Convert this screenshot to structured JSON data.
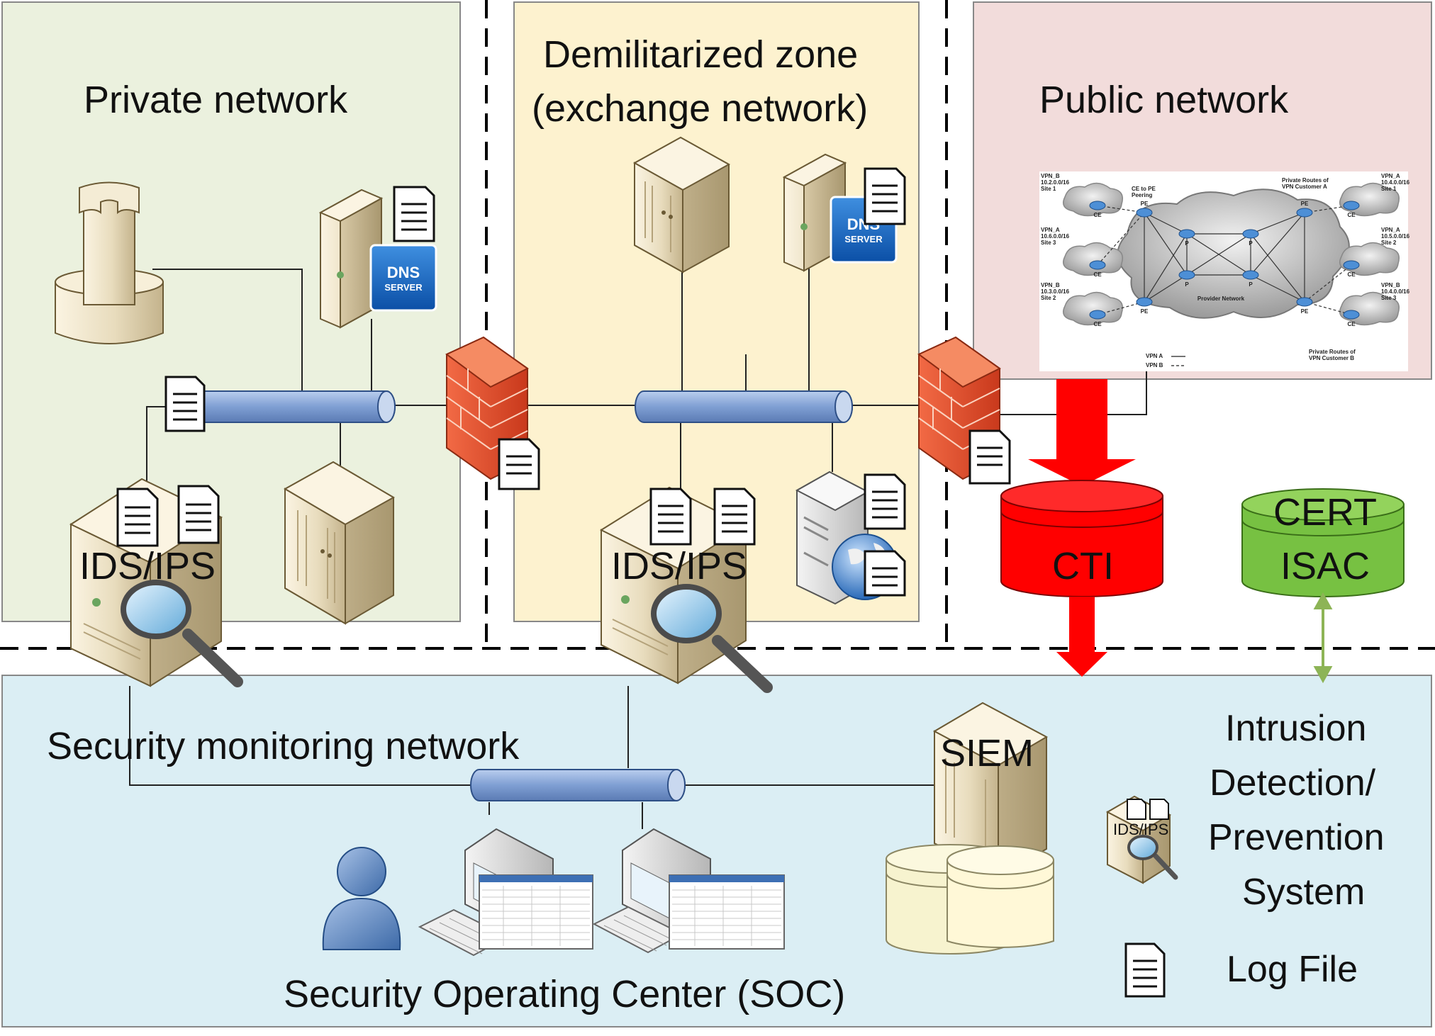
{
  "zones": {
    "private": "Private network",
    "dmz_line1": "Demilitarized zone",
    "dmz_line2": "(exchange network)",
    "public": "Public network",
    "monitoring": "Security monitoring network",
    "soc": "Security Operating Center (SOC)"
  },
  "devices": {
    "ids_left": "IDS/IPS",
    "ids_middle": "IDS/IPS",
    "siem": "SIEM",
    "cti": "CTI",
    "cert_line1": "CERT",
    "cert_line2": "ISAC",
    "dns_line1": "DNS",
    "dns_line2": "SERVER"
  },
  "legend": {
    "ids_icon_label": "IDS/IPS",
    "ids_line1": "Intrusion",
    "ids_line2": "Detection/",
    "ids_line3": "Prevention",
    "ids_line4": "System",
    "log_file": "Log File"
  },
  "provider_network": {
    "title": "Provider Network",
    "ce_to_pe": "CE to PE\nPeering",
    "private_routes_a": "Private Routes of\nVPN Customer A",
    "private_routes_b": "Private Routes of\nVPN Customer B",
    "vpn_a": "VPN A",
    "vpn_b": "VPN B",
    "site_left_1": "VPN_B\n10.2.0.0/16\nSite 1",
    "site_left_2": "VPN_A\n10.6.0.0/16\nSite 3",
    "site_left_3": "VPN_B\n10.3.0.0/16\nSite 2",
    "site_right_1": "VPN_A\n10.4.0.0/16\nSite 1",
    "site_right_2": "VPN_A\n10.5.0.0/16\nSite 2",
    "site_right_3": "VPN_B\n10.4.0.0/16\nSite 3",
    "node_ce": "CE",
    "node_pe": "PE",
    "node_p": "P"
  },
  "colors": {
    "private_bg": "#ebf1de",
    "dmz_bg": "#fdf2cf",
    "public_bg": "#f2dcdb",
    "monitor_bg": "#dbeef4",
    "cti_red": "#ff0000",
    "cert_green": "#77c142",
    "link_green": "#8db456",
    "bus_blue": "#8eacdb"
  }
}
